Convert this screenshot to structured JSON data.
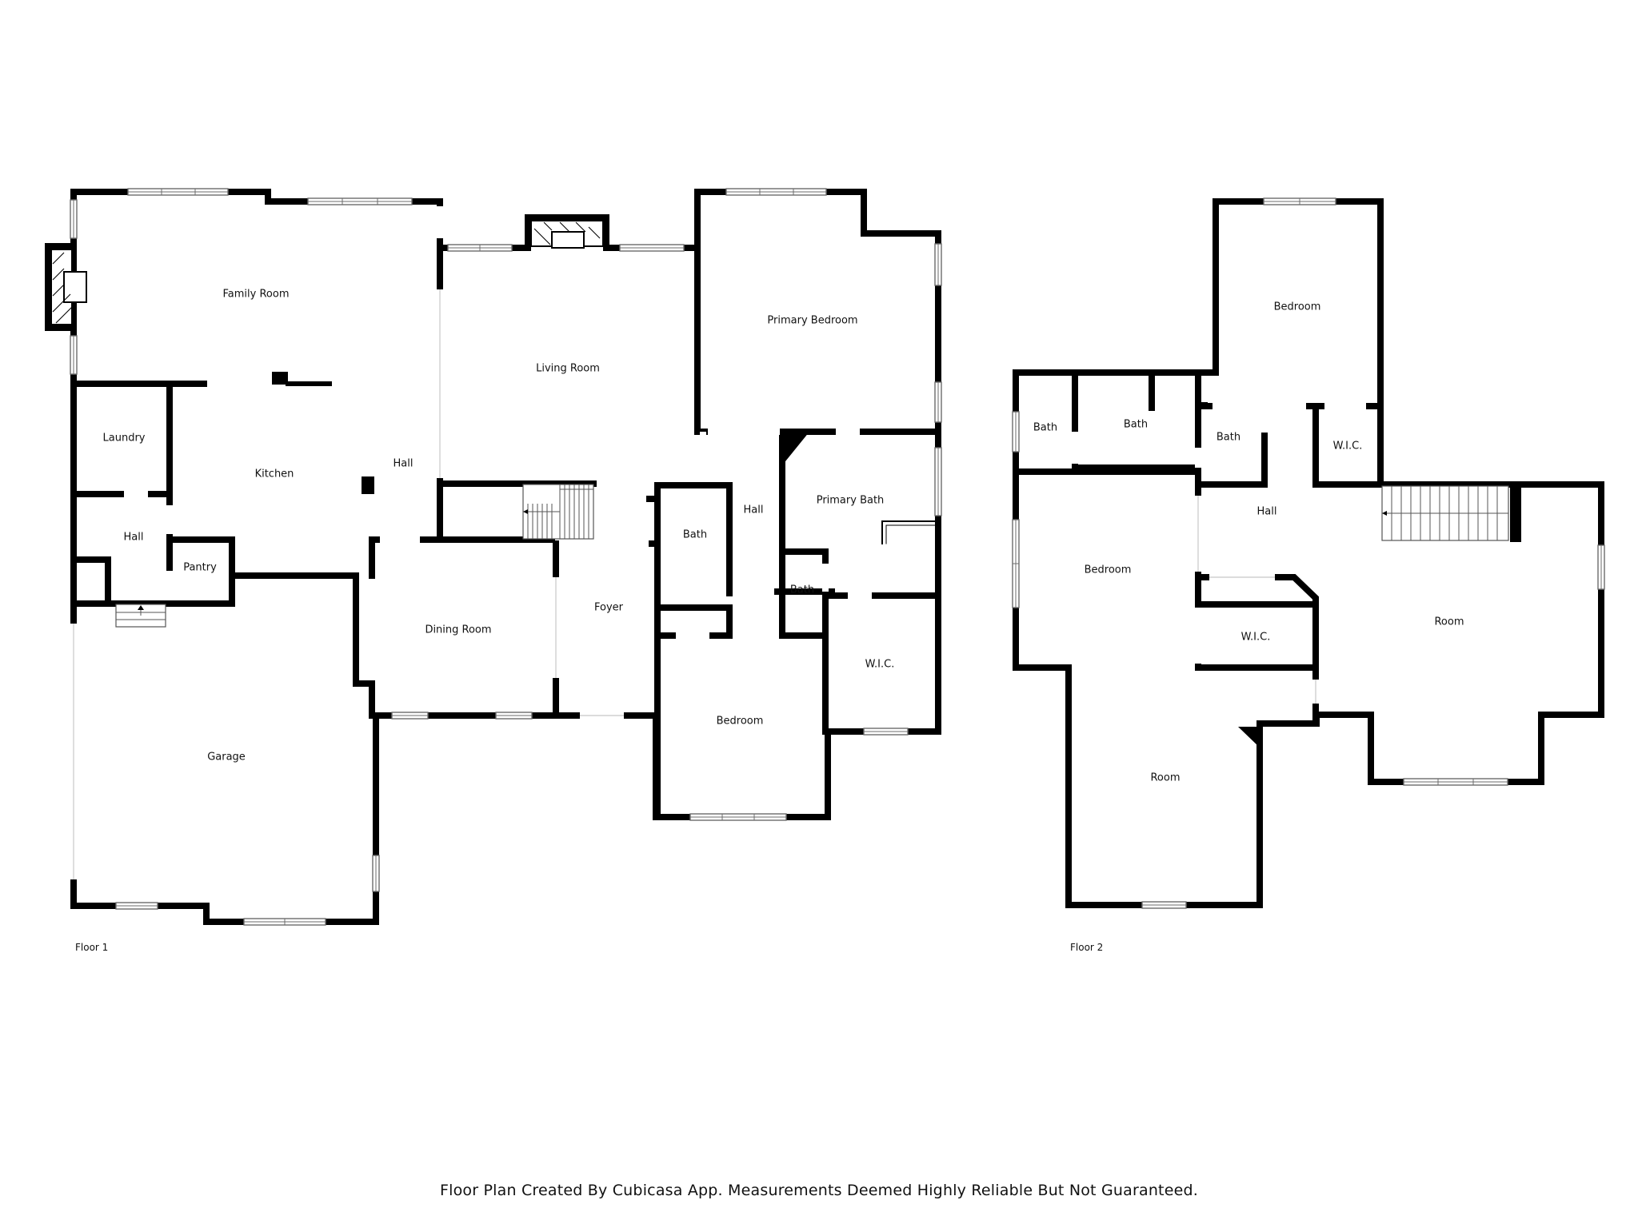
{
  "floor1": {
    "label": "Floor 1",
    "rooms": {
      "family_room": "Family Room",
      "living_room": "Living Room",
      "primary_bedroom": "Primary Bedroom",
      "laundry": "Laundry",
      "kitchen": "Kitchen",
      "hall_kitchen": "Hall",
      "hall_entry": "Hall",
      "pantry": "Pantry",
      "bath_center": "Bath",
      "hall_center": "Hall",
      "primary_bath": "Primary Bath",
      "bath_small": "Bath",
      "dining_room": "Dining Room",
      "foyer": "Foyer",
      "wic": "W.I.C.",
      "bedroom": "Bedroom",
      "garage": "Garage"
    }
  },
  "floor2": {
    "label": "Floor 2",
    "rooms": {
      "bedroom_top": "Bedroom",
      "bath_1": "Bath",
      "bath_2": "Bath",
      "bath_3": "Bath",
      "wic_top": "W.I.C.",
      "hall": "Hall",
      "bedroom_left": "Bedroom",
      "wic_mid": "W.I.C.",
      "room_right": "Room",
      "room_bottom": "Room"
    }
  },
  "footer": {
    "disclaimer": "Floor Plan Created By Cubicasa App. Measurements Deemed Highly Reliable But Not Guaranteed."
  }
}
